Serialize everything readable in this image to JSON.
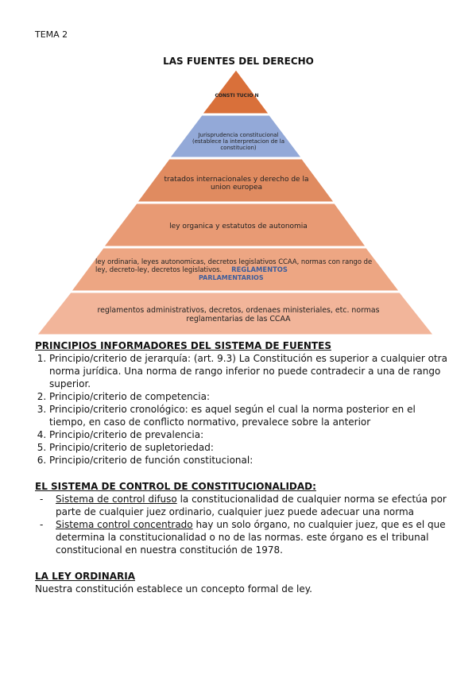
{
  "header": {
    "tema": "TEMA 2"
  },
  "pyramid": {
    "title": "LAS FUENTES DEL DERECHO",
    "levels": {
      "l1": "CONSTI TUCIO N",
      "l2": "Jurisprudencia constitucional (establece la interpretacion de la constitucion)",
      "l3": "tratados internacionales y derecho de la union europea",
      "l4": "ley organica y estatutos de autonomia",
      "l5": "ley ordinaria, leyes autonomicas, decretos legislativos CCAA, normas con rango de ley, decreto-ley, decretos legislativos.",
      "l5_reglamentos": "REGLAMENTOS",
      "l5_parlamentarios": "PARLAMENTARIOS",
      "l6": "reglamentos administrativos, decretos, ordenaes ministeriales, etc. normas reglamentarias de las CCAA"
    },
    "colors": {
      "l1": "#d9703a",
      "l2": "#93a9d8",
      "l3": "#e08b60",
      "l4": "#e89a74",
      "l5": "#eda683",
      "l6": "#f2b59a"
    }
  },
  "principios": {
    "heading": "PRINCIPIOS INFORMADORES DEL SISTEMA DE FUENTES",
    "items": [
      "Principio/criterio de jerarquía: (art. 9.3) La Constitución es superior a cualquier otra norma jurídica. Una norma de rango inferior no puede contradecir a una de rango superior.",
      "Principio/criterio de competencia:",
      "Principio/criterio cronológico: es aquel según el cual la norma posterior en el tiempo, en caso de conflicto normativo, prevalece sobre la anterior",
      "Principio/criterio de prevalencia:",
      "Principio/criterio de supletoriedad:",
      "Principio/criterio de función constitucional:"
    ]
  },
  "control": {
    "heading": "EL SISTEMA DE CONTROL DE CONSTITUCIONALIDAD:",
    "items": [
      {
        "term": "Sistema de control difuso",
        "text": " la constitucionalidad de cualquier norma se efectúa por parte de cualquier juez ordinario, cualquier juez puede adecuar una norma"
      },
      {
        "term": "Sistema control concentrado",
        "text": " hay un solo órgano, no cualquier juez, que es el que determina la constitucionalidad o no de las normas. este órgano es el tribunal constitucional en nuestra constitución de 1978."
      }
    ]
  },
  "ley": {
    "heading": "LA LEY ORDINARIA",
    "text": "Nuestra constitución establece un concepto formal de ley."
  }
}
